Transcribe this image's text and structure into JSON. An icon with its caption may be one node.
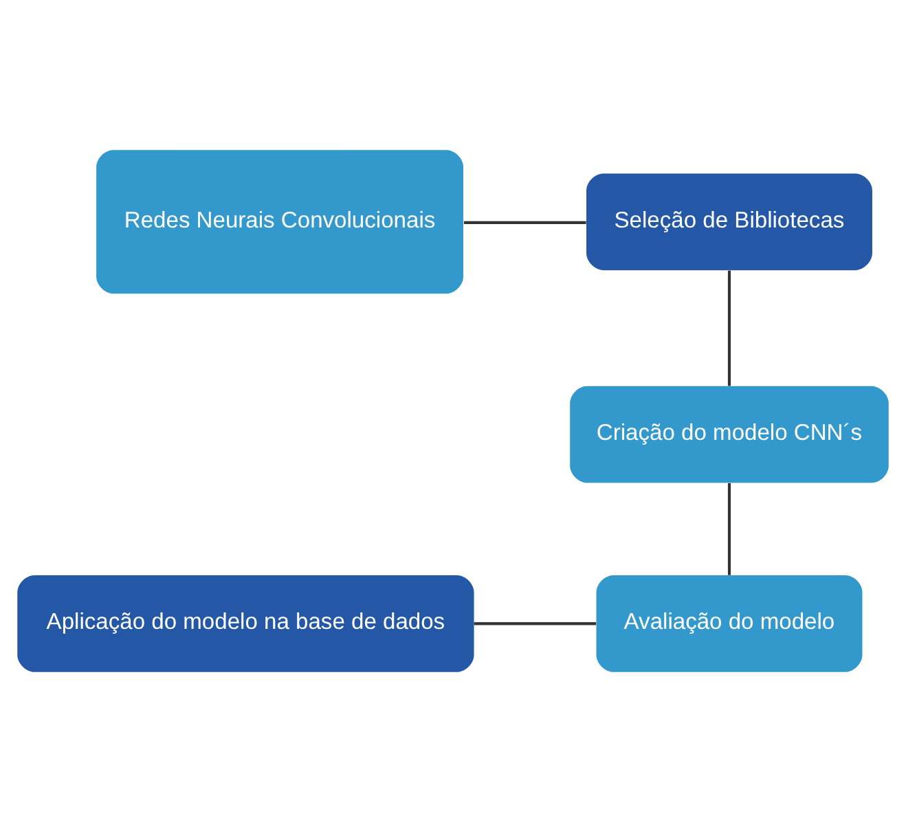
{
  "diagram": {
    "nodes": [
      {
        "text": [
          "Redes Neurais Convolucionais"
        ]
      },
      {
        "text": [
          "Seleção de Bibliotecas"
        ]
      },
      {
        "text": [
          "Criação do modelo CNN´s"
        ]
      },
      {
        "text": [
          "Avaliação do modelo"
        ]
      },
      {
        "text": [
          "Aplicação do modelo na base de dados"
        ]
      }
    ],
    "edges": [
      {
        "from": 0,
        "to": 1,
        "arrow": "none"
      },
      {
        "from": 1,
        "to": 2,
        "arrow": "none"
      },
      {
        "from": 2,
        "to": 3,
        "arrow": "none"
      },
      {
        "from": 4,
        "to": 3,
        "arrow": "none"
      }
    ]
  }
}
